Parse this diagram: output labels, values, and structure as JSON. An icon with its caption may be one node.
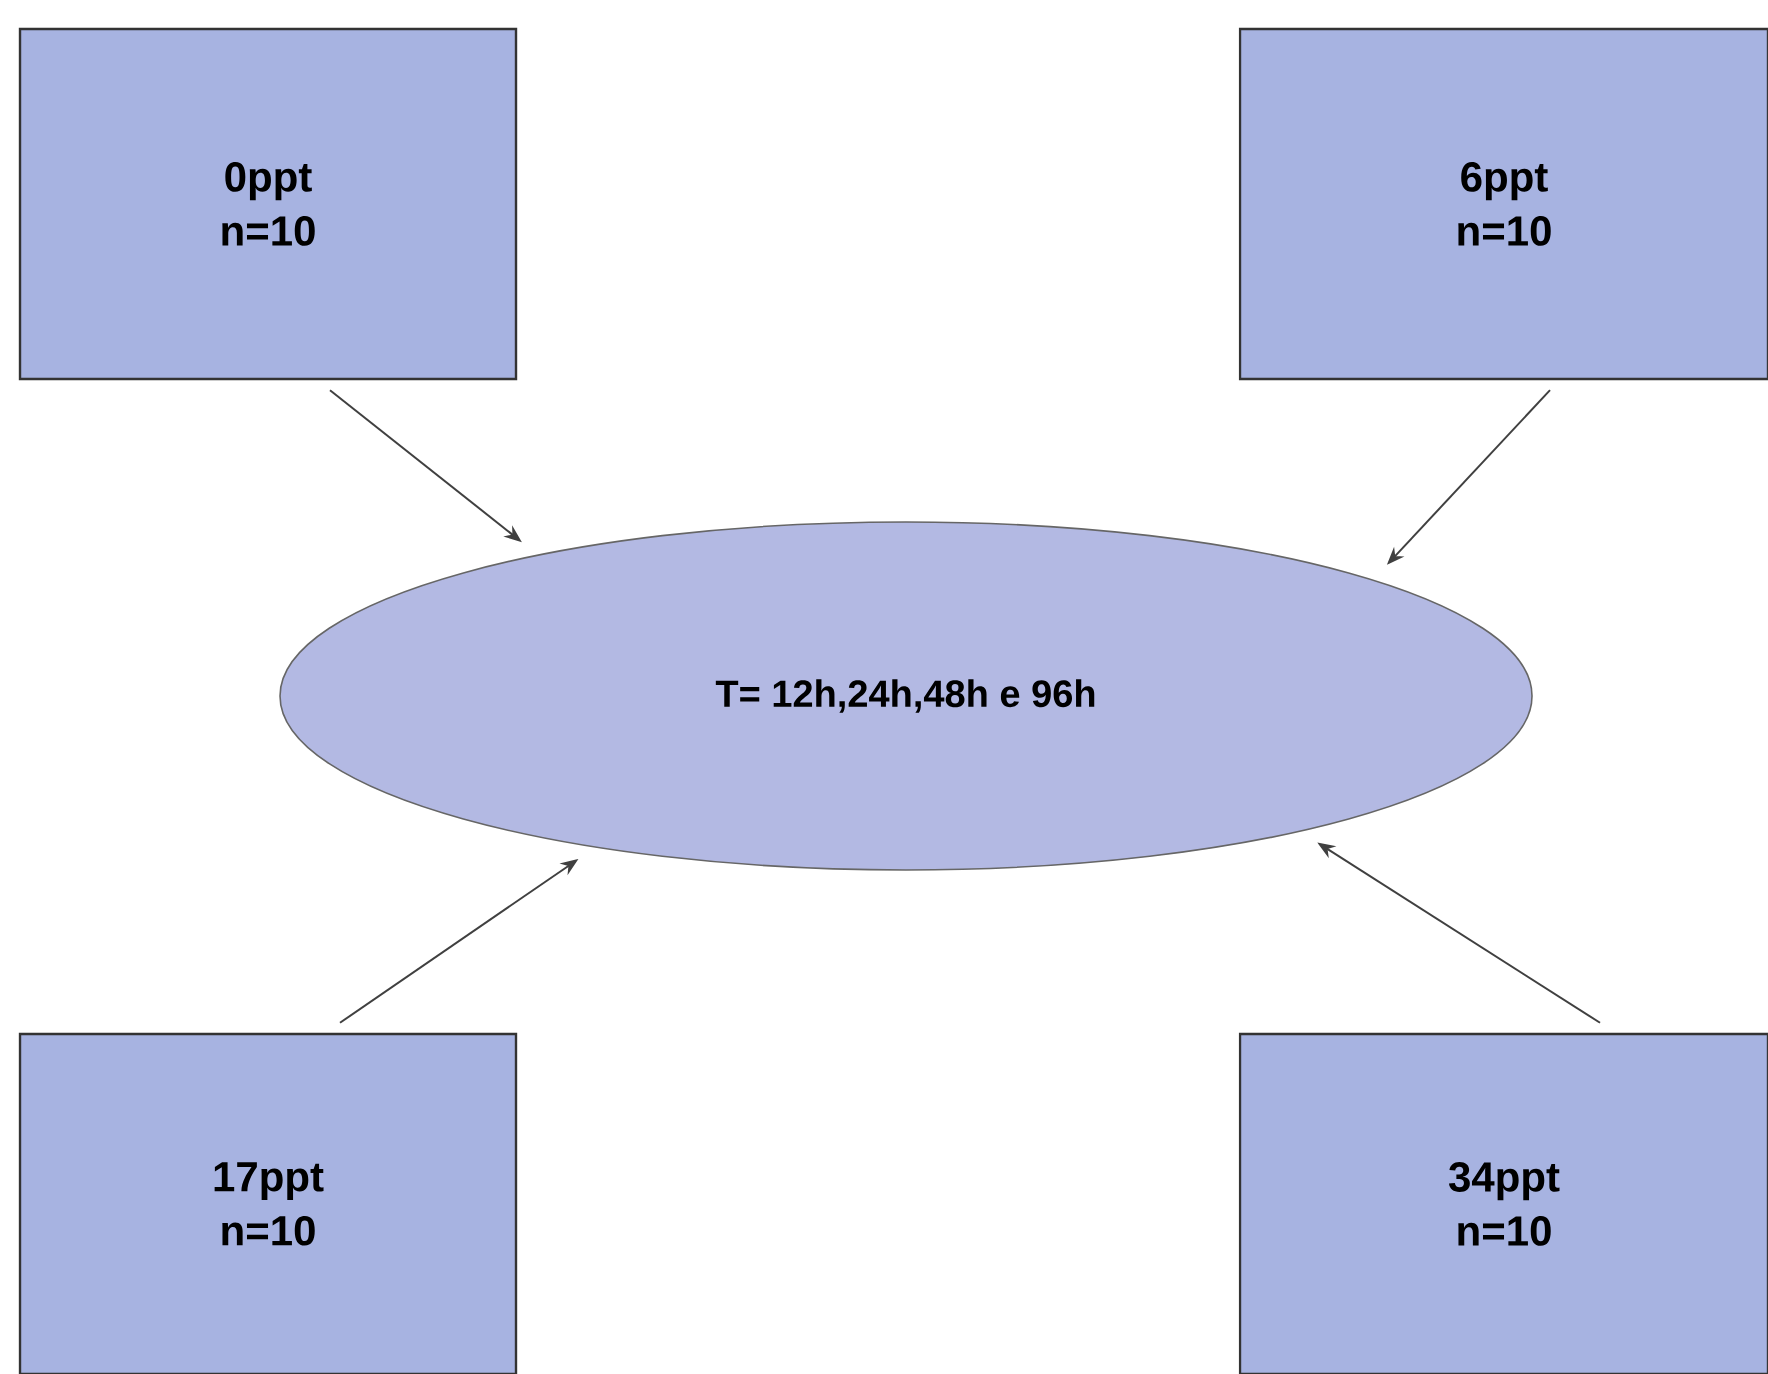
{
  "diagram": {
    "nodes": [
      {
        "text": [
          "0ppt",
          "n=10"
        ]
      },
      {
        "text": [
          "6ppt",
          "n=10"
        ]
      },
      {
        "text": [
          "T= 12h,24h,48h e 96h"
        ]
      },
      {
        "text": [
          "17ppt",
          "n=10"
        ]
      },
      {
        "text": [
          "34ppt",
          "n=10"
        ]
      }
    ],
    "edges": [
      {
        "from": 0,
        "to": 2,
        "arrow": "to"
      },
      {
        "from": 1,
        "to": 2,
        "arrow": "to"
      },
      {
        "from": 3,
        "to": 2,
        "arrow": "to"
      },
      {
        "from": 4,
        "to": 2,
        "arrow": "to"
      }
    ]
  }
}
